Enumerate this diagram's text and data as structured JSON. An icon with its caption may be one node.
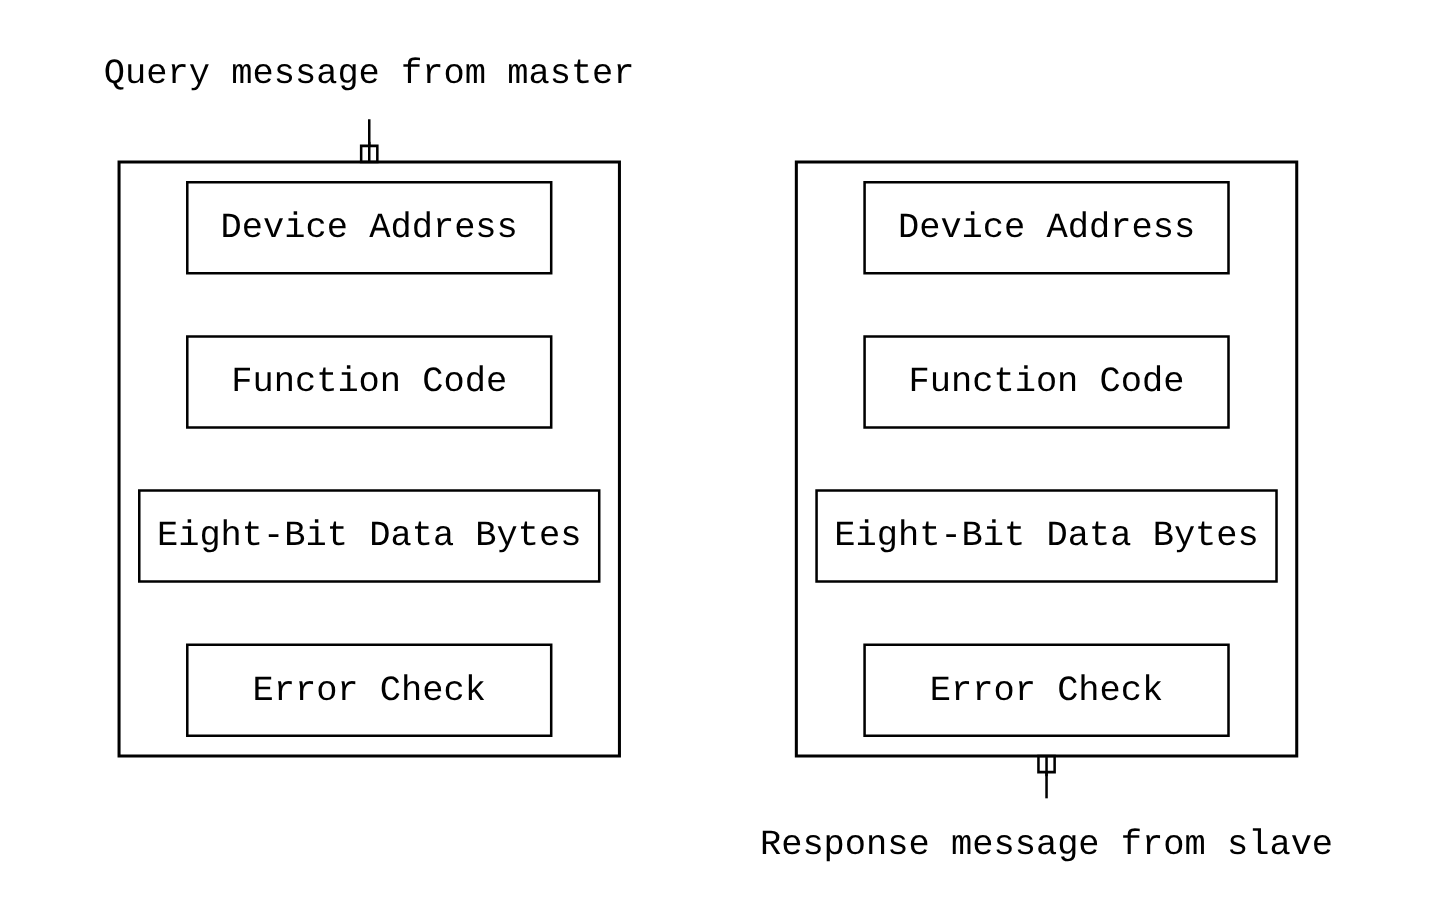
{
  "diagram": {
    "nodes": [
      {
        "text": [
          "Query message from master"
        ]
      },
      {
        "text": [],
        "shape": "box"
      },
      {
        "text": [
          "Device Address"
        ],
        "in": 1
      },
      {
        "text": [
          "Function Code"
        ],
        "in": 1
      },
      {
        "text": [
          "Eight-Bit Data Bytes"
        ],
        "in": 1
      },
      {
        "text": [
          "Error Check"
        ],
        "in": 1
      },
      {
        "text": [],
        "shape": "box"
      },
      {
        "text": [
          "Device Address"
        ],
        "in": 6
      },
      {
        "text": [
          "Function Code"
        ],
        "in": 6
      },
      {
        "text": [
          "Eight-Bit Data Bytes"
        ],
        "in": 6
      },
      {
        "text": [
          "Error Check"
        ],
        "in": 6
      },
      {
        "text": [
          "Response message from slave"
        ]
      }
    ],
    "edges": [
      {
        "from": 0,
        "to": 1,
        "arrow": "other"
      },
      {
        "from": 11,
        "to": 6,
        "arrow": "other"
      }
    ]
  }
}
